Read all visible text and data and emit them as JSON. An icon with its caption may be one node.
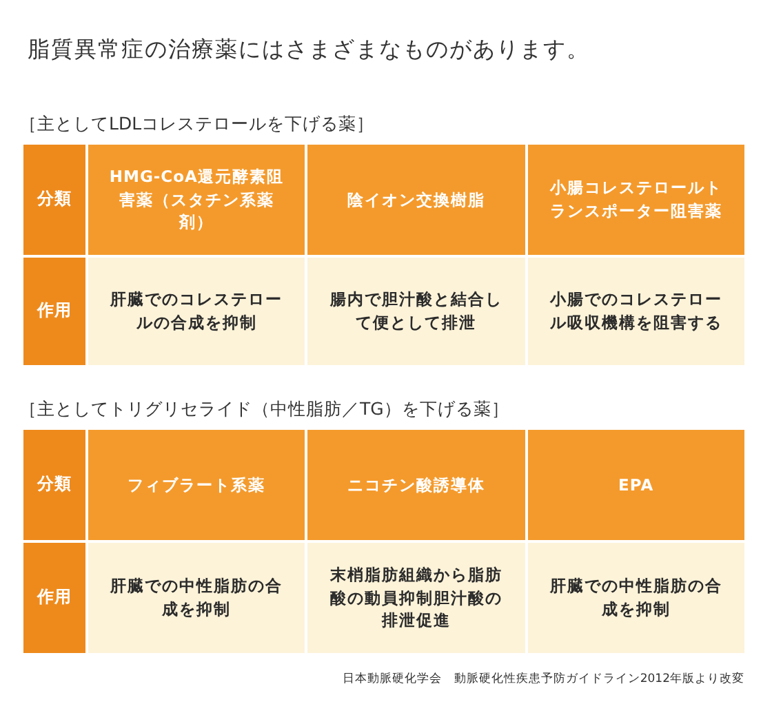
{
  "diagram": {
    "title": "脂質異常症の治療薬にはさまざまなものがあります。",
    "caption": "日本動脈硬化学会　動脈硬化性疾患予防ガイドライン2012年版より改変",
    "labels": [
      "［主としてLDLコレステロールを下げる薬］",
      "分類",
      "HMG-CoA還元酵素阻害薬（スタチン系薬剤）",
      "陰イオン交換樹脂",
      "小腸コレステロールトランスポーター阻害薬",
      "作用",
      "肝臓でのコレステロールの合成を抑制",
      "腸内で胆汁酸と結合して便として排泄",
      "小腸でのコレステロール吸収機構を阻害する",
      "［主としてトリグリセライド（中性脂肪／TG）を下げる薬］",
      "分類",
      "フィブラート系薬",
      "ニコチン酸誘導体",
      "EPA",
      "作用",
      "肝臓での中性脂肪の合成を抑制",
      "末梢脂肪組織から脂肪酸の動員抑制胆汁酸の排泄促進",
      "肝臓での中性脂肪の合成を抑制"
    ]
  }
}
